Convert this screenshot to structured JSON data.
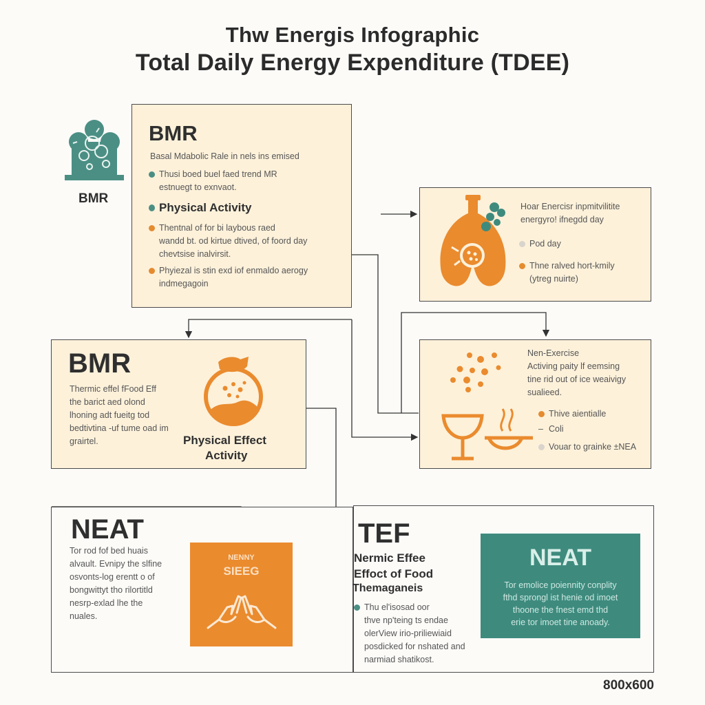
{
  "title": {
    "line1": "Thw Energis Infographic",
    "line2": "Total Daily Energy Expenditure (TDEE)"
  },
  "side_icon": {
    "icon": "metabolism-gear-icon",
    "label": "BMR"
  },
  "box_bmr": {
    "heading": "BMR",
    "subtitle": "Basal Mdabolic Rale in nels ins emised",
    "bullet1": "Thusi boed buel faed trend MR\nestnuegt to exnvaot.",
    "section": "Physical Activity",
    "bullet2": "Thentnal of for bi laybous raed\nwandd bt. od kirtue dtived, of foord day\nchevtsise inalvirsit.",
    "bullet3": "Phyiezal is stin exd iof enmaldo aerogy\nindmegagoin"
  },
  "box_organ": {
    "icon": "organs-icon",
    "text": "Hoar Enercisr inpmitvilitite\nenergyro! ifnegdd day",
    "bullet1": "Pod day",
    "bullet2": "Thne ralved hort-kmily\n(ytreg nuirte)"
  },
  "box_tef": {
    "heading": "BMR",
    "text": "Thermic effel fFood Eff\nthe barict aed olond\nlhoning adt fueitg tod\nbedtivtina -uf tume oad im\ngrairtel.",
    "icon": "stomach-icon",
    "label1": "Physical Effect",
    "label2": "Activity"
  },
  "box_neat_right": {
    "icon": "food-glass-icon",
    "text": "Nen-Exercise\nActiving paity lf eemsing\ntine rid out of ice weaivigy\nsualieed.",
    "bullet1": "Thive aientialle",
    "bullet2": "Coli",
    "bullet3": "Vouar to grainke ±NEA"
  },
  "box_neat_bottom": {
    "heading": "NEAT",
    "text": "Tor rod fof bed huais\nalvault. Evnipy the slfine\nosvonts-log erentt o of\nbongwittyt tho rilortitld\nnesrp-exlad lhe the\nnuales.",
    "card_label": "NENNY",
    "card_title": "SIEEG",
    "card_icon": "hands-icon"
  },
  "box_tef_bottom": {
    "heading": "TEF",
    "sub1": "Nermic Effee",
    "sub2": "Effoct of Food",
    "sub3": "Themaganeis",
    "bullet1": "Thu el'isosad oor\nthve np'teing ts endae\nolerView irio-priliewiaid\nposdicked for nshated and\nnarmiad shatikost.",
    "card_title": "NEAT",
    "card_text": "Tor emolice poiennity conplity\nfthd sprongl ist henie od imoet\nthoone the fnest emd thd\nerie tor imoet tine anoady."
  },
  "dimension_label": "800x600",
  "colors": {
    "orange": "#ea8b2e",
    "teal": "#3e8b7e",
    "cream": "#fdf1da"
  }
}
